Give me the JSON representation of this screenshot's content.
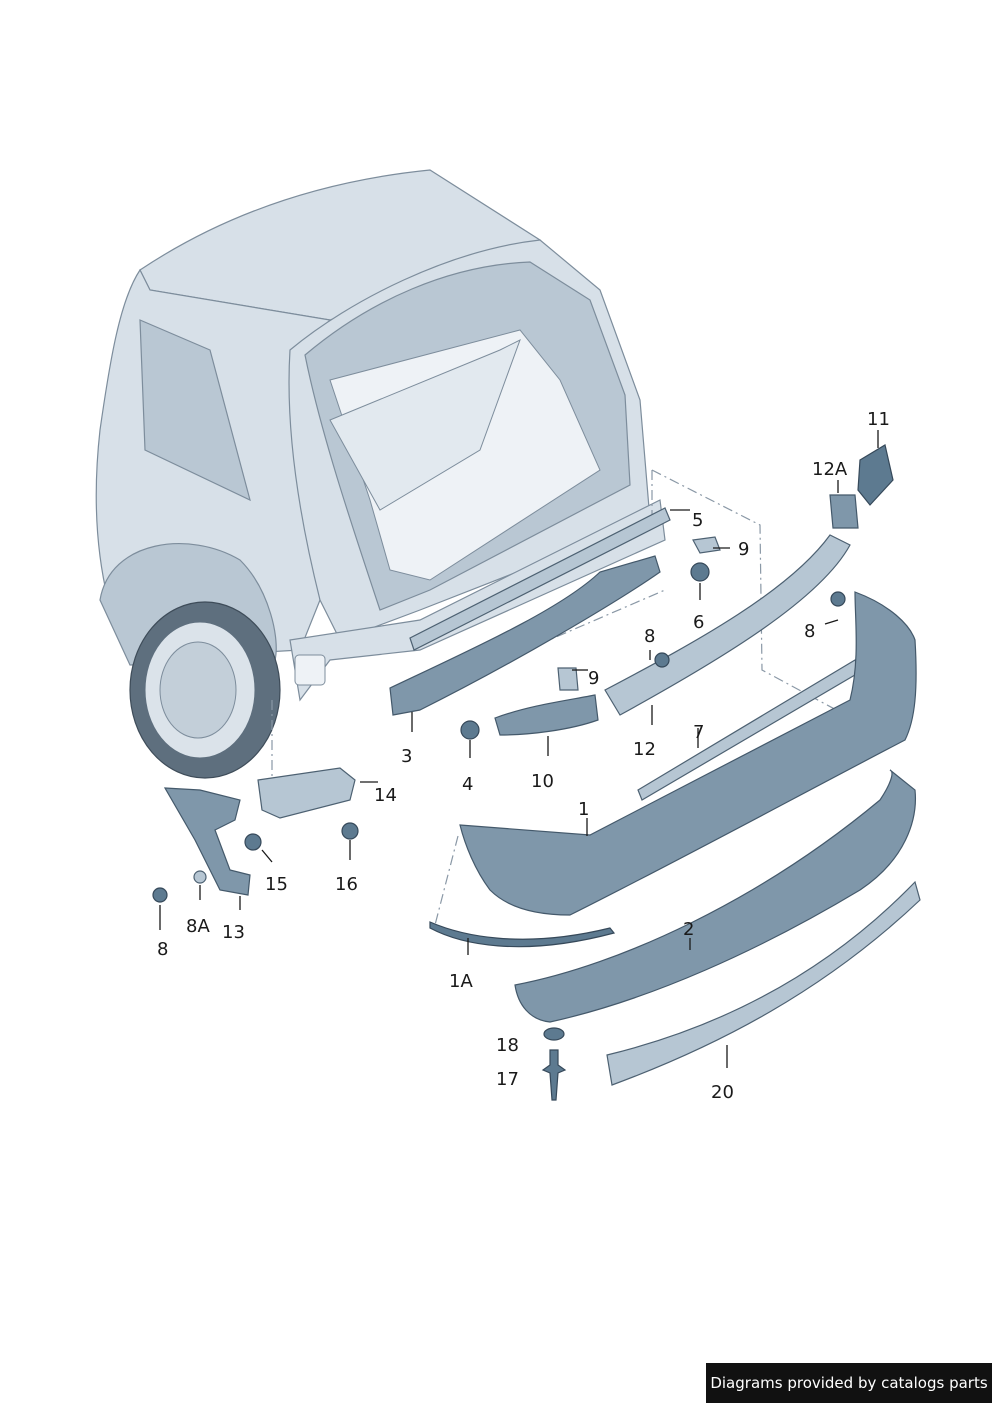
{
  "labels": {
    "l1": "1",
    "l1a": "1A",
    "l2": "2",
    "l3": "3",
    "l4": "4",
    "l5": "5",
    "l6": "6",
    "l7": "7",
    "l8a": "8",
    "l8b": "8",
    "l8c": "8",
    "l8A": "8A",
    "l9a": "9",
    "l9b": "9",
    "l10": "10",
    "l11": "11",
    "l12": "12",
    "l12A": "12A",
    "l13": "13",
    "l14": "14",
    "l15": "15",
    "l16": "16",
    "l17": "17",
    "l18": "18",
    "l20": "20"
  },
  "footer": {
    "text": "Diagrams provided by catalogs parts"
  },
  "colors": {
    "body": "#d7e0e8",
    "part": "#7f97aa",
    "footer_bg": "#111111"
  }
}
